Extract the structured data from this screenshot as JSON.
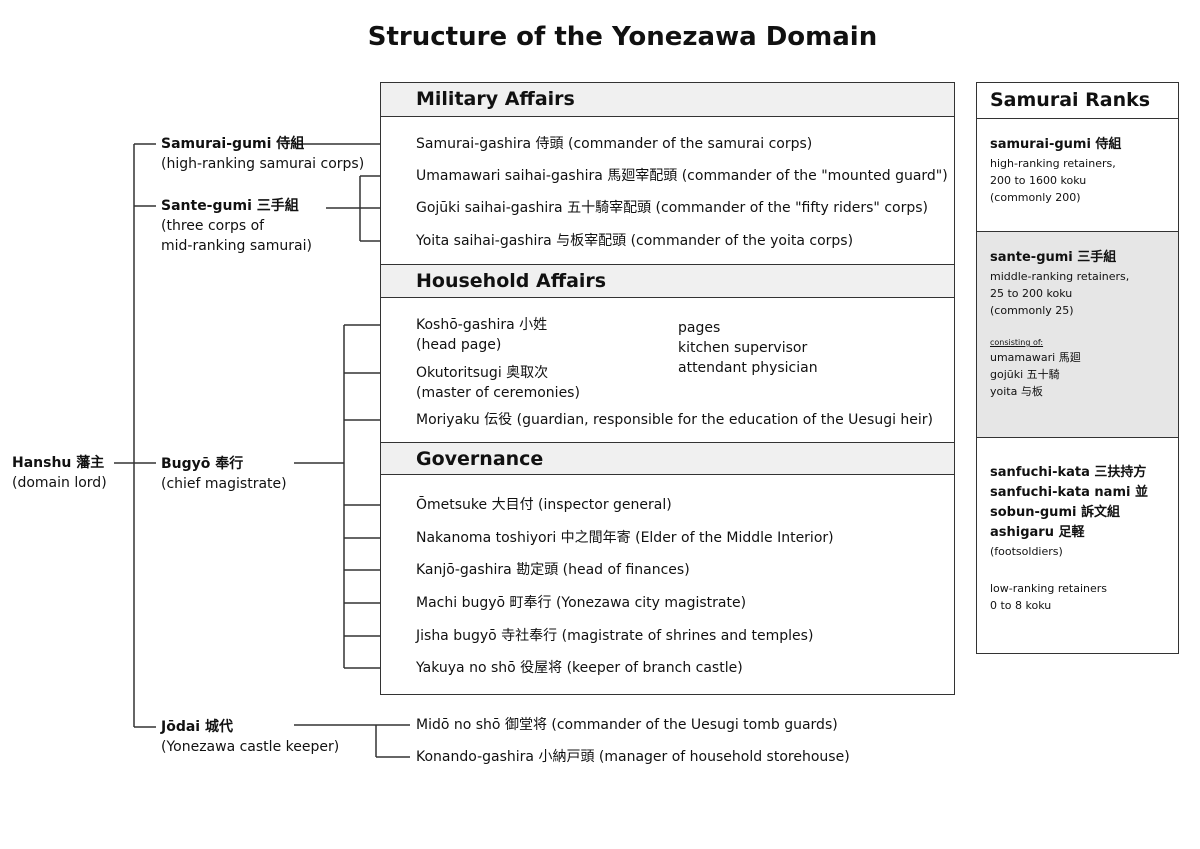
{
  "title": "Structure of the Yonezawa Domain",
  "root": {
    "name": "Hanshu 藩主",
    "desc": "(domain lord)"
  },
  "branches": {
    "samurai_gumi": {
      "name": "Samurai-gumi 侍組",
      "desc": [
        "(high-ranking samurai corps)"
      ]
    },
    "sante_gumi": {
      "name": "Sante-gumi 三手組",
      "desc": [
        "(three corps of",
        "mid-ranking samurai)"
      ]
    },
    "bugyo": {
      "name": "Bugyō 奉行",
      "desc": [
        "(chief magistrate)"
      ]
    },
    "jodai": {
      "name": "Jōdai 城代",
      "desc": [
        "(Yonezawa castle keeper)"
      ]
    }
  },
  "sections": {
    "military": "Military Affairs",
    "household": "Household Affairs",
    "governance": "Governance"
  },
  "military_items": [
    "Samurai-gashira 侍頭 (commander of the samurai corps)",
    "Umamawari saihai-gashira 馬廻宰配頭 (commander of the \"mounted guard\")",
    "Gojūki saihai-gashira 五十騎宰配頭 (commander of the \"fifty riders\" corps)",
    "Yoita saihai-gashira 与板宰配頭 (commander of the yoita corps)"
  ],
  "household_items": {
    "kosho": [
      "Koshō-gashira 小姓",
      "(head page)"
    ],
    "okutoritsugi": [
      "Okutoritsugi 奥取次",
      "(master of ceremonies)"
    ],
    "moriyaku": "Moriyaku 伝役 (guardian, responsible for the education of the Uesugi heir)",
    "kosho_subs": [
      "pages",
      "kitchen supervisor",
      "attendant physician"
    ]
  },
  "governance_items": [
    "Ōmetsuke 大目付 (inspector general)",
    "Nakanoma toshiyori 中之間年寄 (Elder of the Middle Interior)",
    "Kanjō-gashira 勘定頭 (head of finances)",
    "Machi bugyō 町奉行 (Yonezawa city magistrate)",
    "Jisha bugyō 寺社奉行 (magistrate of shrines and temples)",
    "Yakuya no shō 役屋将 (keeper of branch castle)"
  ],
  "jodai_items": [
    "Midō no shō 御堂将 (commander of the Uesugi tomb guards)",
    "Konando-gashira 小納戸頭 (manager of household storehouse)"
  ],
  "ranks": {
    "title": "Samurai Ranks",
    "high": {
      "name": "samurai-gumi 侍組",
      "lines": [
        "high-ranking retainers,",
        "200 to 1600 koku",
        "(commonly 200)"
      ]
    },
    "middle": {
      "name": "sante-gumi 三手組",
      "lines": [
        "middle-ranking retainers,",
        "25 to 200 koku",
        "(commonly 25)"
      ],
      "consisting_label": "consisting of:",
      "members": [
        "umamawari 馬廻",
        "gojūki 五十騎",
        "yoita 与板"
      ]
    },
    "low": {
      "names": [
        "sanfuchi-kata 三扶持方",
        "sanfuchi-kata nami 並",
        "sobun-gumi 訴文組",
        "ashigaru 足軽"
      ],
      "note": "(footsoldiers)",
      "lines": [
        "low-ranking retainers",
        "0 to 8 koku"
      ]
    }
  },
  "colors": {
    "line": "#333333",
    "header_fill": "#f0f0f0",
    "highlight_fill": "#e6e6e6"
  }
}
